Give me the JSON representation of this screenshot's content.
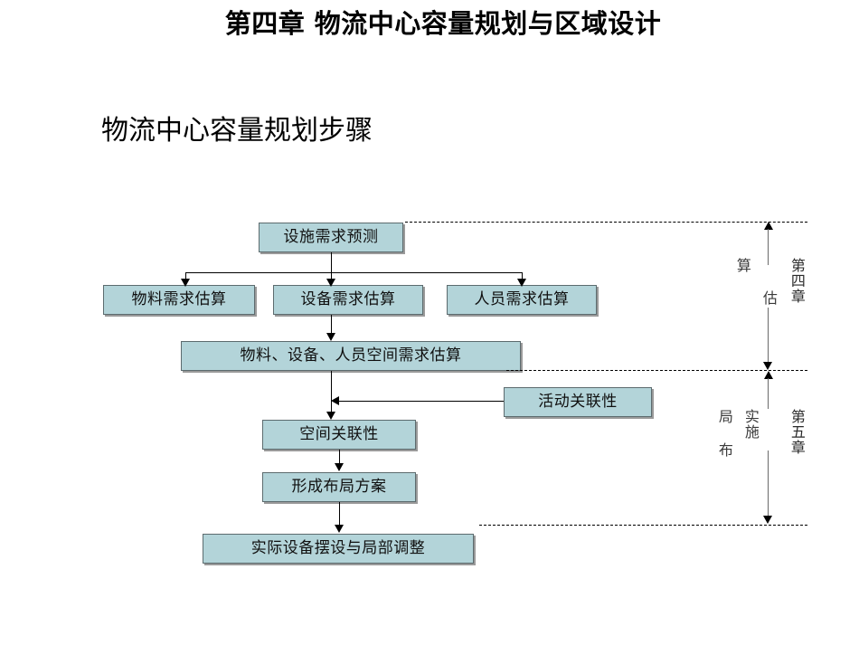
{
  "slide": {
    "title": "第四章 物流中心容量规划与区域设计",
    "subtitle": "物流中心容量规划步骤"
  },
  "theme": {
    "node_fill": "#b3d4d9",
    "node_border": "#5c6b6e",
    "node_shadow": "#9a9a9a",
    "connector": "#000000",
    "text": "#101010",
    "phase_text": "#3a3a3a",
    "background": "#ffffff"
  },
  "flow": {
    "nodes": [
      {
        "id": "demand-forecast",
        "label": "设施需求预测"
      },
      {
        "id": "material-estimate",
        "label": "物料需求估算"
      },
      {
        "id": "equipment-estimate",
        "label": "设备需求估算"
      },
      {
        "id": "personnel-estimate",
        "label": "人员需求估算"
      },
      {
        "id": "space-estimate",
        "label": "物料、设备、人员空间需求估算"
      },
      {
        "id": "activity-relation",
        "label": "活动关联性"
      },
      {
        "id": "space-relation",
        "label": "空间关联性"
      },
      {
        "id": "layout-plan",
        "label": "形成布局方案"
      },
      {
        "id": "actual-adjust",
        "label": "实际设备摆设与局部调整"
      }
    ]
  },
  "phases": [
    {
      "id": "chapter-four",
      "stage_label_left": "算",
      "stage_label_right": "估",
      "chapter_label": "第四章"
    },
    {
      "id": "chapter-five",
      "stage_label_left": "局",
      "stage_label_left_2": "布",
      "stage_label_right": "实施",
      "chapter_label": "第五章"
    }
  ]
}
